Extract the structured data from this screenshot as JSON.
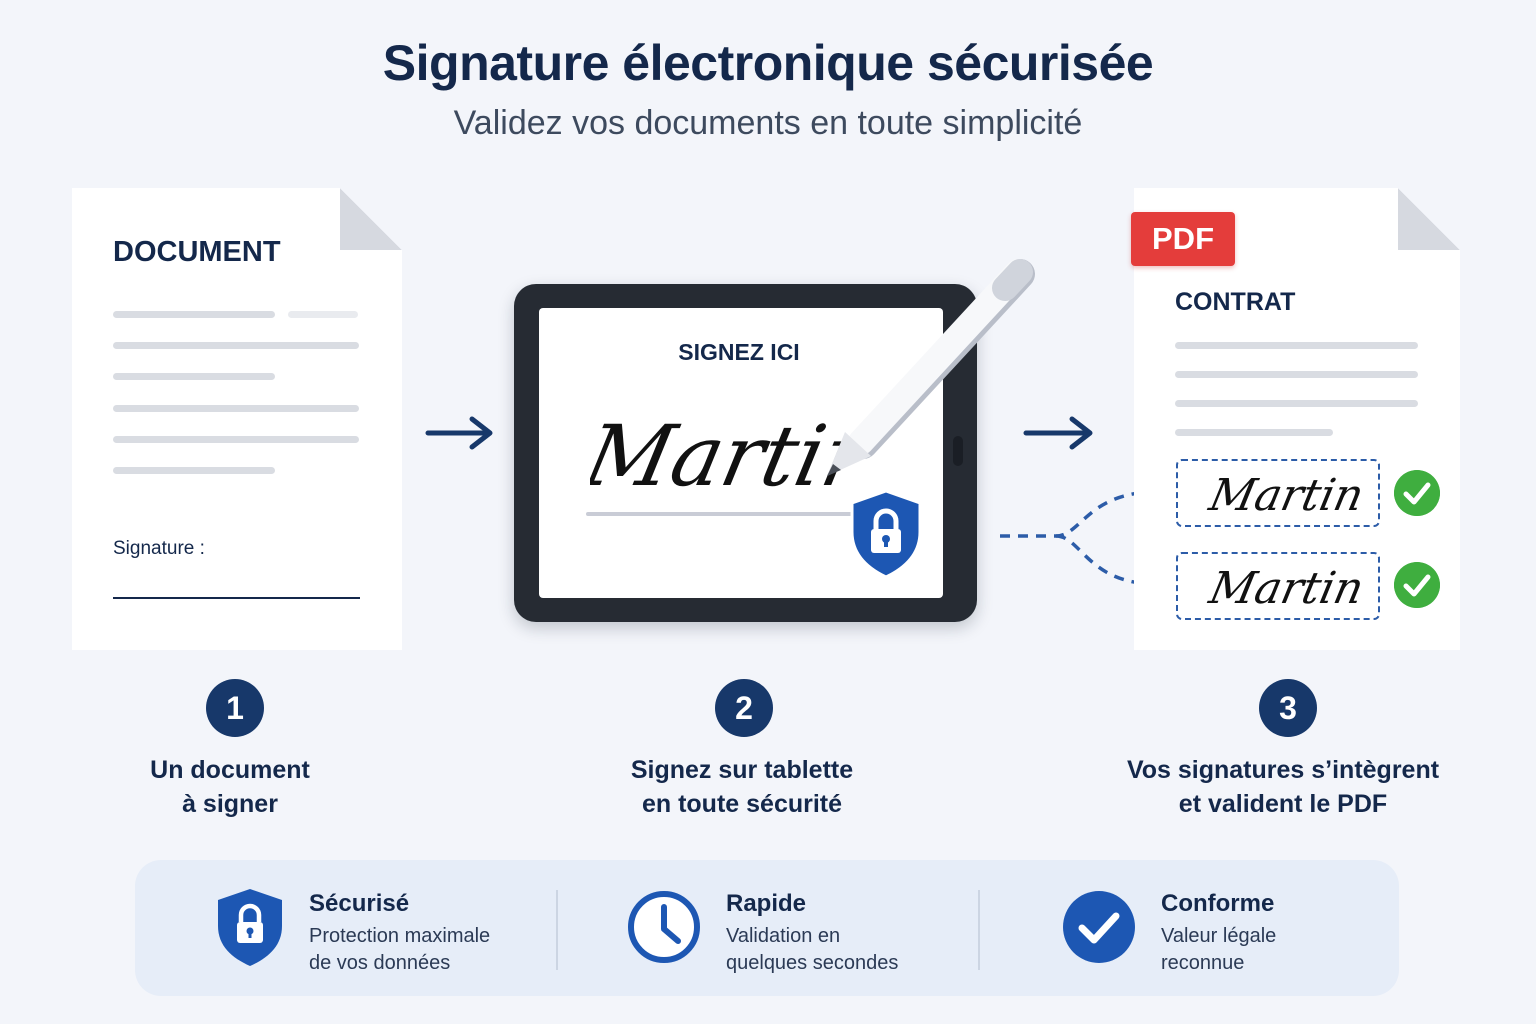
{
  "header": {
    "title": "Signature électronique sécurisée",
    "subtitle": "Validez vos documents en toute simplicité"
  },
  "step1": {
    "doc_title": "DOCUMENT",
    "signature_label": "Signature :",
    "number": "1",
    "caption": "Un document\nà signer"
  },
  "step2": {
    "sign_here": "SIGNEZ ICI",
    "signature_text": "Martin",
    "number": "2",
    "caption": "Signez sur tablette\nen toute sécurité"
  },
  "step3": {
    "badge": "PDF",
    "doc_title": "CONTRAT",
    "signature_text": "Martin",
    "number": "3",
    "caption": "Vos signatures s’intègrent\net valident le PDF"
  },
  "features": [
    {
      "icon": "shield-lock-icon",
      "title": "Sécurisé",
      "desc": "Protection maximale\nde vos données"
    },
    {
      "icon": "clock-icon",
      "title": "Rapide",
      "desc": "Validation en\nquelques secondes"
    },
    {
      "icon": "check-circle-icon",
      "title": "Conforme",
      "desc": "Valeur légale\nreconnue"
    }
  ],
  "colors": {
    "navy": "#14284b",
    "accent_blue": "#2c5ca8",
    "pdf_red": "#e43d3b",
    "check_green": "#3fae3f",
    "background": "#f3f5fa"
  }
}
